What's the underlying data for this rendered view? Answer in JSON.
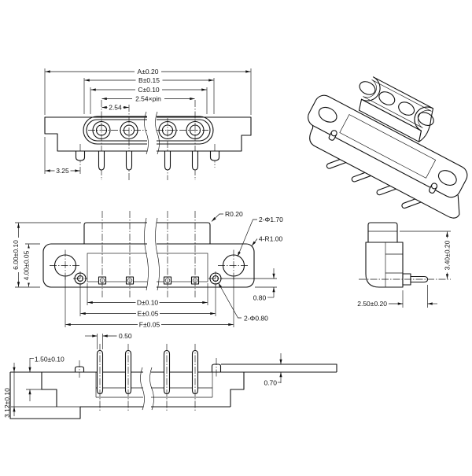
{
  "views": {
    "front": {
      "A": "A±0.20",
      "B": "B±0.15",
      "C": "C±0.10",
      "pitch_total": "2.54×pin",
      "pitch": "2.54",
      "peg_offset": "3.25"
    },
    "plan": {
      "total_depth": "6.00±0.10",
      "body_depth": "4.00±0.05",
      "D": "D±0.10",
      "E": "E±0.05",
      "F": "F±0.05",
      "corner_r": "R0.20",
      "mount_holes": "2-Φ1.70",
      "flange_r": "4-R1.00",
      "peg_offset": "0.80",
      "peg_dia": "2-Φ0.80"
    },
    "side": {
      "height": "3.40±0.20",
      "pin_len": "2.50±0.20"
    },
    "bottom": {
      "pin_w": "0.50",
      "step": "1.50±0.10",
      "thickness": "3.12±0.10",
      "plate": "0.70"
    }
  }
}
